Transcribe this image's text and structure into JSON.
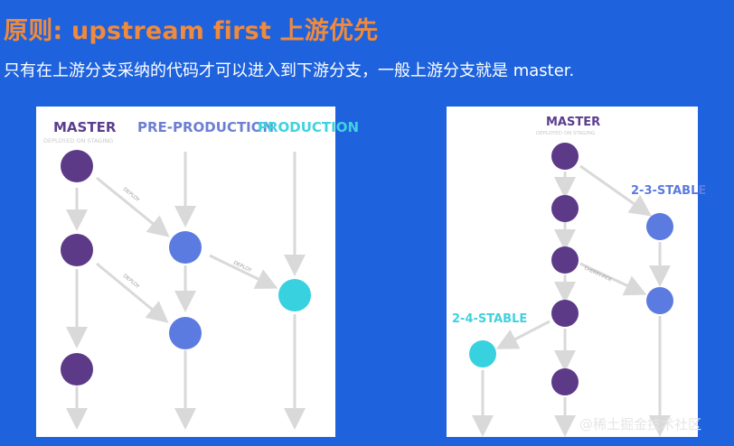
{
  "header": {
    "title": "原则: upstream first 上游优先",
    "subtitle": "只有在上游分支采纳的代码才可以进入到下游分支，一般上游分支就是 master."
  },
  "left_diagram": {
    "columns": {
      "master": "MASTER",
      "master_note": "DEPLOYED ON STAGING",
      "pre_production": "PRE-PRODUCTION",
      "production": "PRODUCTION"
    },
    "edge_label": "DEPLOY"
  },
  "right_diagram": {
    "master": "MASTER",
    "master_note": "DEPLOYED ON STAGING",
    "stable_23": "2-3-STABLE",
    "stable_24": "2-4-STABLE",
    "cherry_pick": "CHERRY-PICK"
  },
  "watermark": "@稀土掘金技术社区",
  "colors": {
    "background": "#1e63dd",
    "title": "#f08a3c",
    "master_node": "#5c3a87",
    "preprod_node": "#5b7be0",
    "prod_node": "#37d1e0",
    "master_label": "#5b3e8e",
    "preprod_label": "#6d7fd3",
    "prod_label": "#3fd2e0",
    "arrow": "#d9d9d9"
  }
}
